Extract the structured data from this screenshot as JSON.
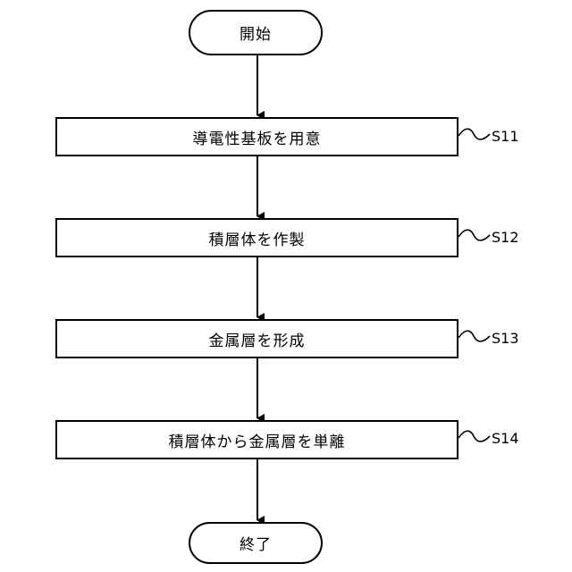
{
  "flowchart": {
    "start": "開始",
    "end": "終了",
    "steps": [
      {
        "text": "導電性基板を用意",
        "label": "S11"
      },
      {
        "text": "積層体を作製",
        "label": "S12"
      },
      {
        "text": "金属層を形成",
        "label": "S13"
      },
      {
        "text": "積層体から金属層を単離",
        "label": "S14"
      }
    ]
  }
}
